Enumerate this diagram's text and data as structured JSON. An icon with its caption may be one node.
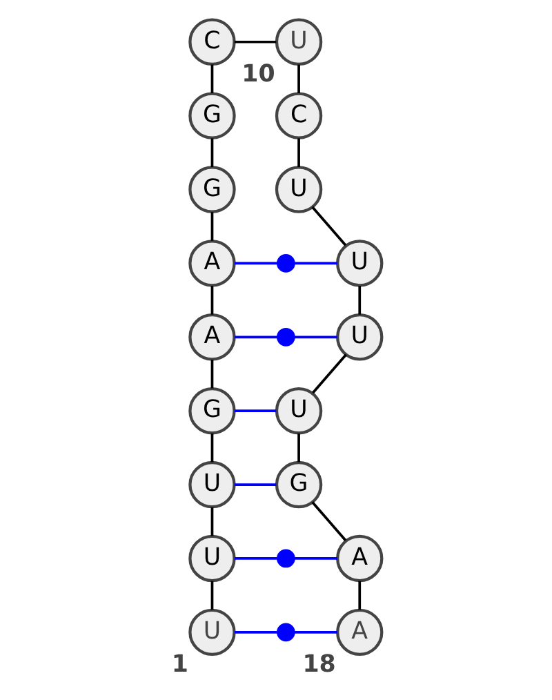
{
  "diagram": {
    "nodes": [
      {
        "text": [
          "U"
        ],
        "beside": [
          "1"
        ]
      },
      {
        "text": [
          "U"
        ]
      },
      {
        "text": [
          "U"
        ]
      },
      {
        "text": [
          "G"
        ]
      },
      {
        "text": [
          "A"
        ]
      },
      {
        "text": [
          "A"
        ]
      },
      {
        "text": [
          "G"
        ]
      },
      {
        "text": [
          "G"
        ]
      },
      {
        "text": [
          "C"
        ]
      },
      {
        "text": [
          "U"
        ],
        "beside": [
          "10"
        ]
      },
      {
        "text": [
          "C"
        ]
      },
      {
        "text": [
          "U"
        ]
      },
      {
        "text": [
          "U"
        ]
      },
      {
        "text": [
          "U"
        ]
      },
      {
        "text": [
          "U"
        ]
      },
      {
        "text": [
          "G"
        ]
      },
      {
        "text": [
          "A"
        ]
      },
      {
        "text": [
          "A"
        ],
        "beside": [
          "18"
        ]
      },
      {
        "text": [],
        "shape": "circle"
      },
      {
        "text": [],
        "shape": "circle"
      },
      {
        "text": [],
        "shape": "circle"
      },
      {
        "text": [],
        "shape": "circle"
      }
    ],
    "edges": [
      {
        "from": 0,
        "to": 1,
        "arrow": "none"
      },
      {
        "from": 1,
        "to": 2,
        "arrow": "none"
      },
      {
        "from": 2,
        "to": 3,
        "arrow": "none"
      },
      {
        "from": 3,
        "to": 4,
        "arrow": "none"
      },
      {
        "from": 4,
        "to": 5,
        "arrow": "none"
      },
      {
        "from": 5,
        "to": 6,
        "arrow": "none"
      },
      {
        "from": 6,
        "to": 7,
        "arrow": "none"
      },
      {
        "from": 7,
        "to": 8,
        "arrow": "none"
      },
      {
        "from": 8,
        "to": 9,
        "arrow": "none"
      },
      {
        "from": 9,
        "to": 10,
        "arrow": "none"
      },
      {
        "from": 10,
        "to": 11,
        "arrow": "none"
      },
      {
        "from": 11,
        "to": 12,
        "arrow": "none"
      },
      {
        "from": 12,
        "to": 13,
        "arrow": "none"
      },
      {
        "from": 13,
        "to": 14,
        "arrow": "none"
      },
      {
        "from": 14,
        "to": 15,
        "arrow": "none"
      },
      {
        "from": 15,
        "to": 16,
        "arrow": "none"
      },
      {
        "from": 16,
        "to": 17,
        "arrow": "none"
      },
      {
        "from": 5,
        "to": 18,
        "arrow": "none",
        "color": "#0000ff"
      },
      {
        "from": 18,
        "to": 12,
        "arrow": "none",
        "color": "#0000ff"
      },
      {
        "from": 4,
        "to": 19,
        "arrow": "none",
        "color": "#0000ff"
      },
      {
        "from": 19,
        "to": 13,
        "arrow": "none",
        "color": "#0000ff"
      },
      {
        "from": 3,
        "to": 14,
        "arrow": "none",
        "color": "#0000ff"
      },
      {
        "from": 2,
        "to": 15,
        "arrow": "none",
        "color": "#0000ff"
      },
      {
        "from": 1,
        "to": 20,
        "arrow": "none",
        "color": "#0000ff"
      },
      {
        "from": 20,
        "to": 16,
        "arrow": "none",
        "color": "#0000ff"
      },
      {
        "from": 0,
        "to": 21,
        "arrow": "none",
        "color": "#0000ff"
      },
      {
        "from": 21,
        "to": 17,
        "arrow": "none",
        "color": "#0000ff"
      }
    ]
  }
}
